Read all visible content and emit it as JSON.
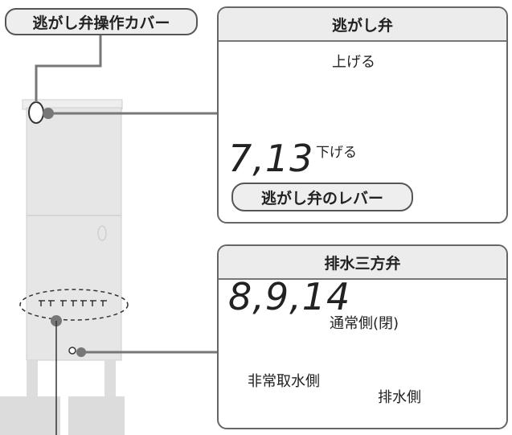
{
  "callouts": {
    "relief_cover": "逃がし弁操作カバー",
    "relief_valve_title": "逃がし弁",
    "lever_label": "逃がし弁のレバー",
    "raise": "上げる",
    "lower": "下げる",
    "ref_relief": "7,13",
    "three_way_title": "排水三方弁",
    "ref_three_way": "8,9,14",
    "normal_closed": "通常側(閉)",
    "emergency_water": "非常取水側",
    "drain_side": "排水側"
  },
  "colors": {
    "outline": "#555555",
    "unit_fill": "#e6e6e6",
    "panel_head": "#ececec"
  }
}
